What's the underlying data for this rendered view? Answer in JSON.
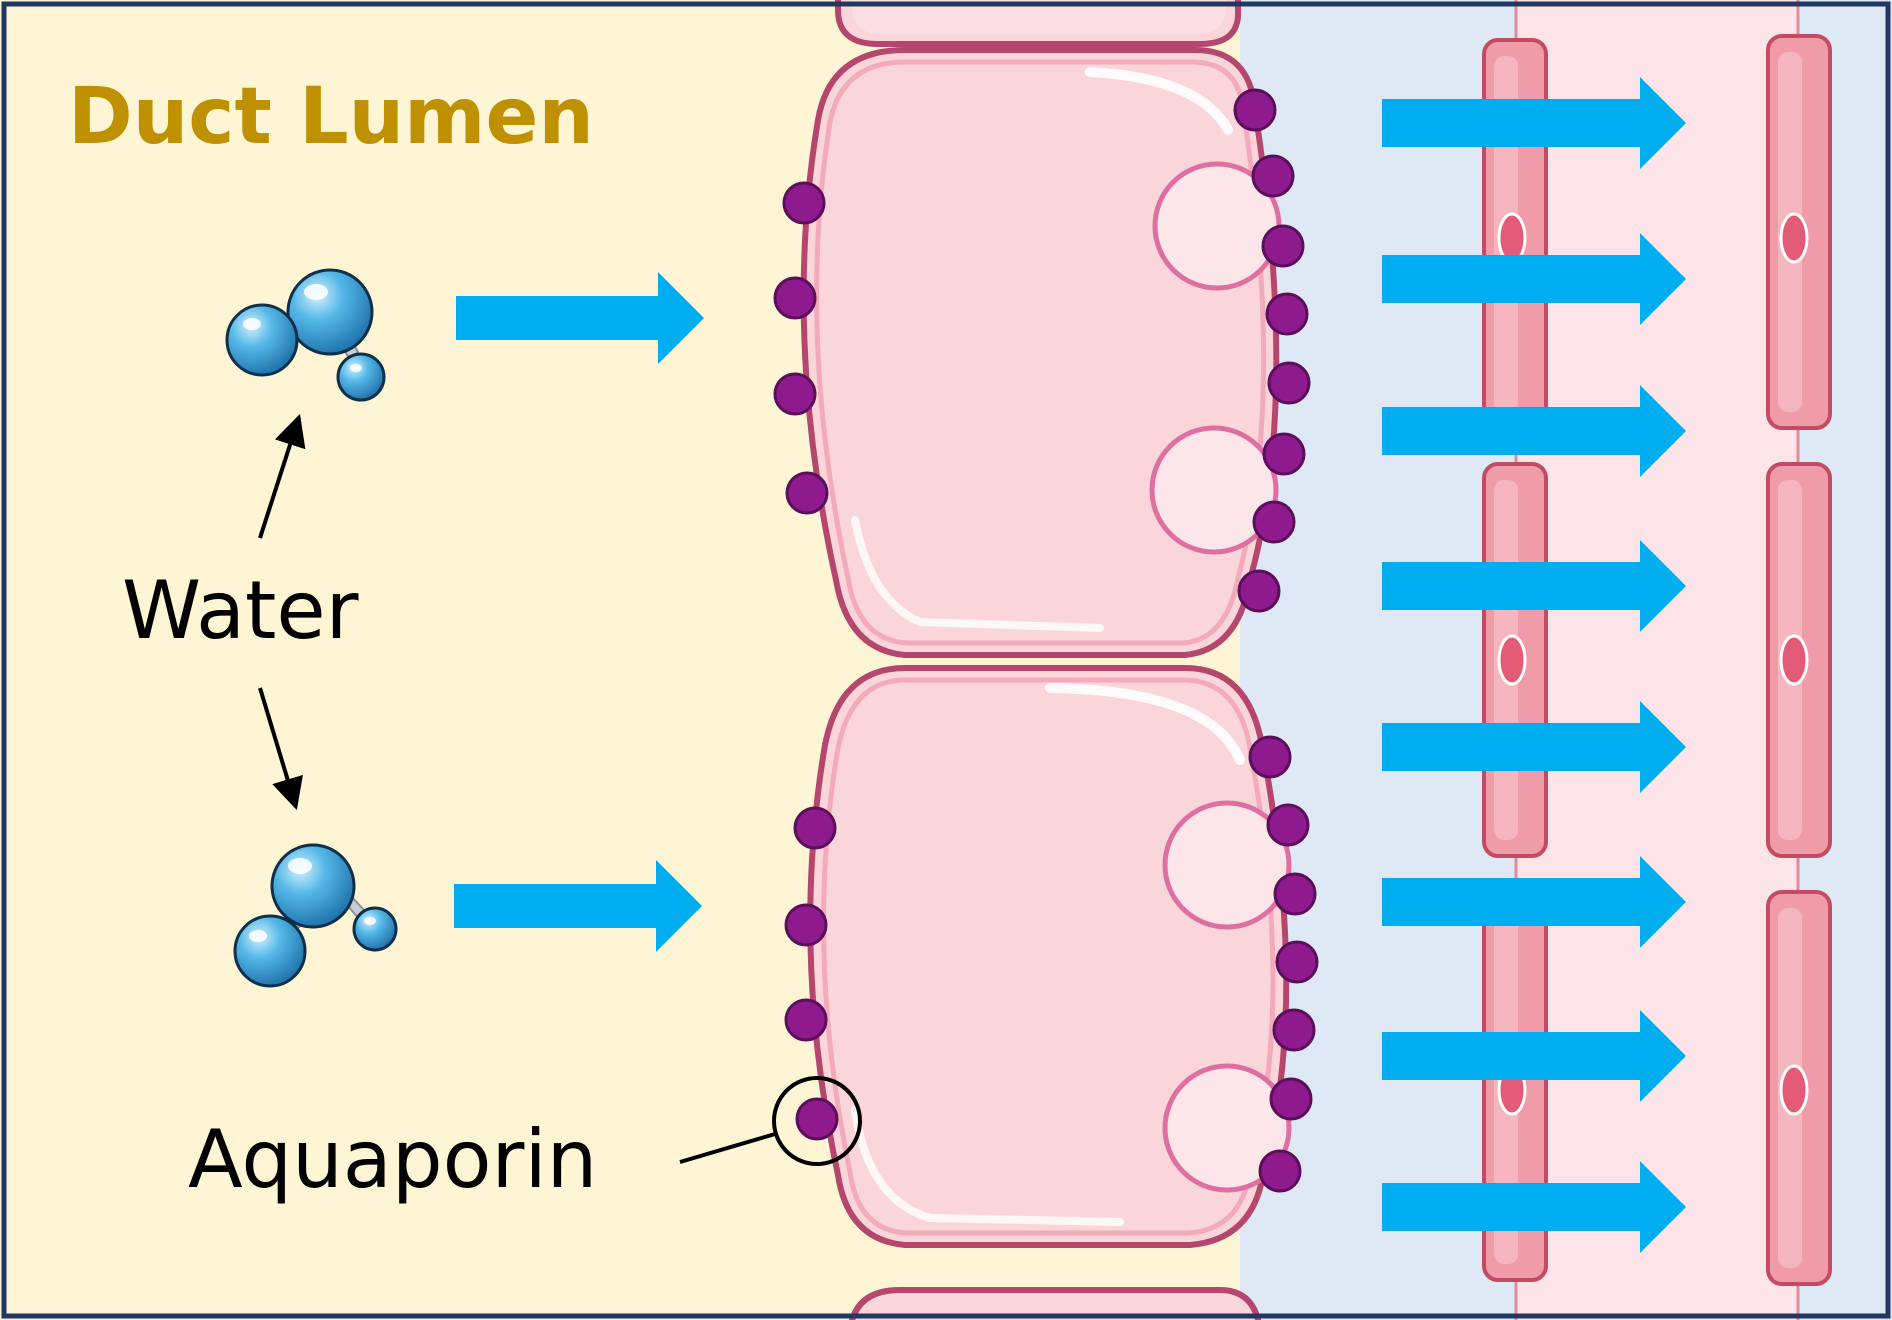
{
  "title": "Duct Lumen",
  "labels": {
    "water": "Water",
    "aquaporin": "Aquaporin"
  },
  "colors": {
    "lumen_background": "#FDF5D3",
    "interstitial_background": "#DEE9F5",
    "capillary_background": "#FCE4E8",
    "cell_fill": "#FAD6DA",
    "cell_outline": "#B5466E",
    "aquaporin": "#8E1A8E",
    "vesicle_outline": "#DE6FA1",
    "arrow": "#00AEEF",
    "title_color": "#BF9000",
    "water_molecule": "#35A3DC",
    "blood_cell": "#F09BA8",
    "frame_border": "#1F3864"
  }
}
